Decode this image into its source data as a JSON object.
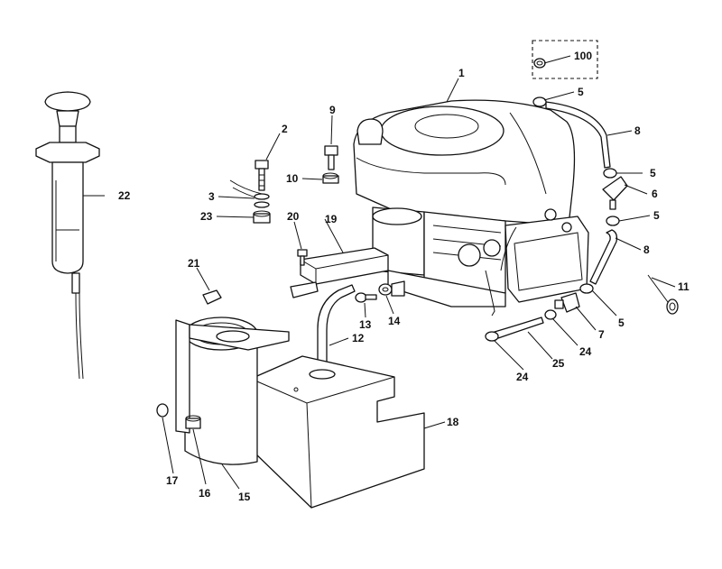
{
  "callouts": [
    {
      "id": "1",
      "label": "1"
    },
    {
      "id": "2",
      "label": "2"
    },
    {
      "id": "3",
      "label": "3"
    },
    {
      "id": "5a",
      "label": "5"
    },
    {
      "id": "5b",
      "label": "5"
    },
    {
      "id": "5c",
      "label": "5"
    },
    {
      "id": "5d",
      "label": "5"
    },
    {
      "id": "6",
      "label": "6"
    },
    {
      "id": "7",
      "label": "7"
    },
    {
      "id": "8a",
      "label": "8"
    },
    {
      "id": "8b",
      "label": "8"
    },
    {
      "id": "9",
      "label": "9"
    },
    {
      "id": "10",
      "label": "10"
    },
    {
      "id": "11",
      "label": "11"
    },
    {
      "id": "12",
      "label": "12"
    },
    {
      "id": "13",
      "label": "13"
    },
    {
      "id": "14",
      "label": "14"
    },
    {
      "id": "15",
      "label": "15"
    },
    {
      "id": "16",
      "label": "16"
    },
    {
      "id": "17",
      "label": "17"
    },
    {
      "id": "18",
      "label": "18"
    },
    {
      "id": "19",
      "label": "19"
    },
    {
      "id": "20",
      "label": "20"
    },
    {
      "id": "21",
      "label": "21"
    },
    {
      "id": "22",
      "label": "22"
    },
    {
      "id": "23",
      "label": "23"
    },
    {
      "id": "24a",
      "label": "24"
    },
    {
      "id": "24b",
      "label": "24"
    },
    {
      "id": "25",
      "label": "25"
    },
    {
      "id": "100",
      "label": "100"
    }
  ]
}
